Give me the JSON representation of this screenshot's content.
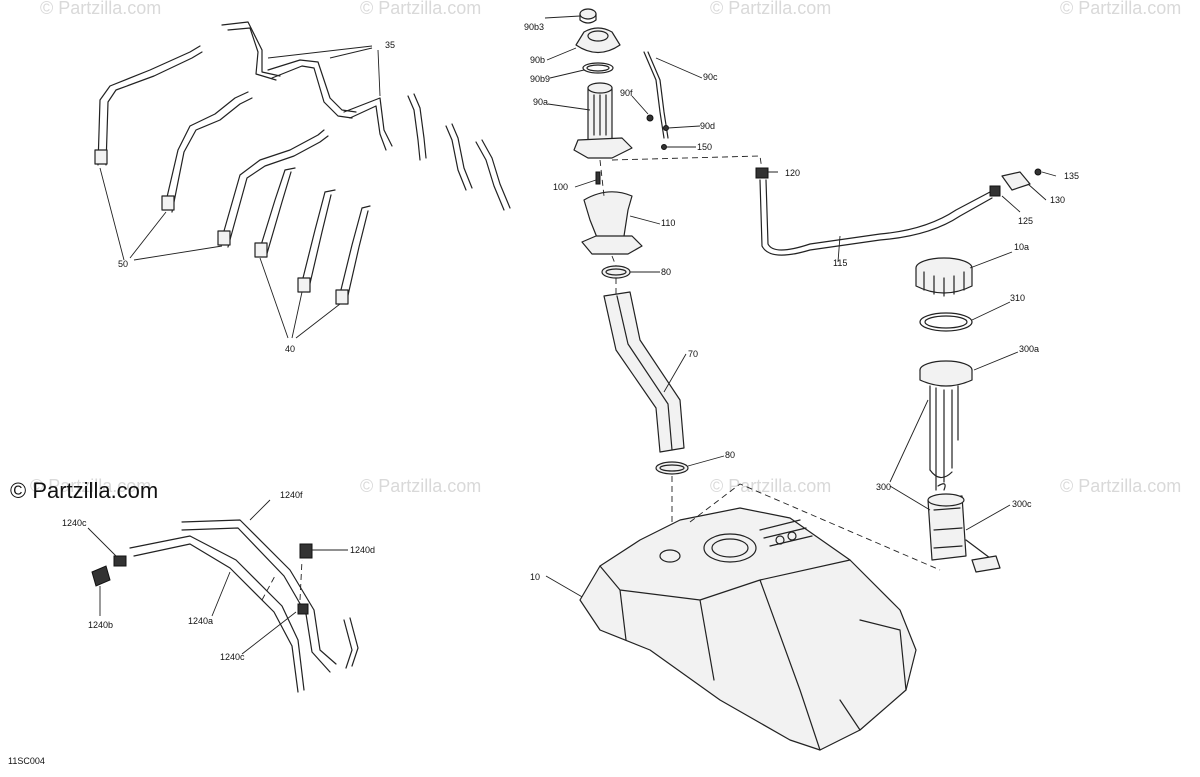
{
  "watermark_text": "© Partzilla.com",
  "copyright": "© Partzilla.com",
  "diagram_code": "11SC004",
  "callouts": {
    "c35": "35",
    "c50": "50",
    "c40": "40",
    "c90b3": "90b3",
    "c90b": "90b",
    "c90b9": "90b9",
    "c90a": "90a",
    "c90f": "90f",
    "c90c": "90c",
    "c90d": "90d",
    "c150": "150",
    "c100": "100",
    "c110": "110",
    "c80a": "80",
    "c70": "70",
    "c80b": "80",
    "c10": "10",
    "c120": "120",
    "c115": "115",
    "c135": "135",
    "c130": "130",
    "c125": "125",
    "c10a": "10a",
    "c310": "310",
    "c300a": "300a",
    "c300": "300",
    "c300c": "300c",
    "c1240f": "1240f",
    "c1240c_top": "1240c",
    "c1240d": "1240d",
    "c1240b": "1240b",
    "c1240a": "1240a",
    "c1240c_bottom": "1240c"
  }
}
